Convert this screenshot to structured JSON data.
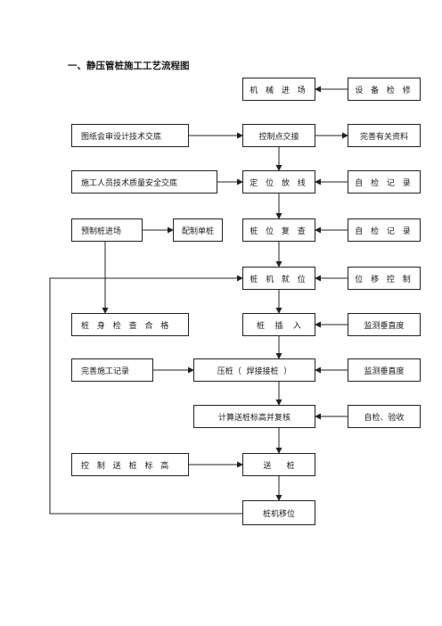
{
  "title": "一、静压管桩施工工艺流程图",
  "center": {
    "machinery": "机 械 进 场",
    "control_point": "控制点交接",
    "layout": "定 位 放 线",
    "pile_check": "桩 位 复 查",
    "pile_position": "桩 机 就 位",
    "insert": "桩    插    入",
    "press": "压桩（  焊接接桩  ）",
    "calc": "计算送桩标高并复核",
    "send": "送      桩",
    "move": "桩机移位"
  },
  "left": {
    "drawing_review": "图纸会审设计技术交底",
    "staff_briefing": "施工人员技术质量安全交底",
    "prefab": "预制桩进场",
    "match": "配制单桩",
    "body_check": "桩 身 检 查 合 格",
    "records": "完善施工记录",
    "control_level": "控 制 送 桩 标 高"
  },
  "right": {
    "equipment": "设 备 检 修",
    "docs": "完善有关资料",
    "self_check_1": "自 检 记 录",
    "self_check_2": "自 检 记 录",
    "displacement": "位 移 控 制",
    "vertical_1": "监测垂直度",
    "vertical_2": "监测垂直度",
    "acceptance": "自检、验收"
  }
}
